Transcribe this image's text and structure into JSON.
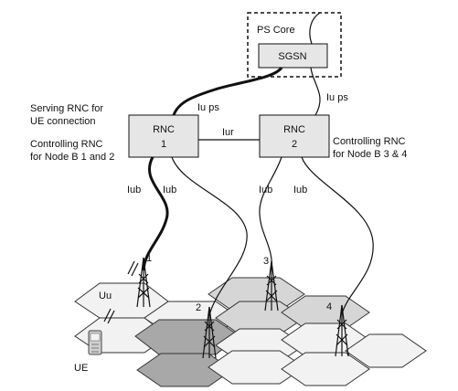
{
  "ps_core": {
    "label": "PS Core",
    "sgsn_label": "SGSN"
  },
  "rnc1": {
    "line1": "RNC",
    "line2": "1"
  },
  "rnc2": {
    "line1": "RNC",
    "line2": "2"
  },
  "labels": {
    "serving_line1": "Serving RNC for",
    "serving_line2": "UE connection",
    "controlling1_line1": "Controlling RNC",
    "controlling1_line2": "for Node B 1 and 2",
    "controlling2_line1": "Controlling RNC",
    "controlling2_line2": "for Node B 3 & 4",
    "iu_ps_left": "Iu ps",
    "iu_ps_right": "Iu ps",
    "iur": "Iur",
    "iub_1": "Iub",
    "iub_2": "Iub",
    "iub_3": "Iub",
    "iub_4": "Iub",
    "uu": "Uu",
    "ue": "UE"
  },
  "node_bs": [
    "1",
    "2",
    "3",
    "4"
  ],
  "colors": {
    "cell_light": "#f2f2f2",
    "cell_mid": "#d6d6d6",
    "cell_dark": "#a8a8a8",
    "box_fill": "#e6e6e6",
    "line": "#111111"
  }
}
